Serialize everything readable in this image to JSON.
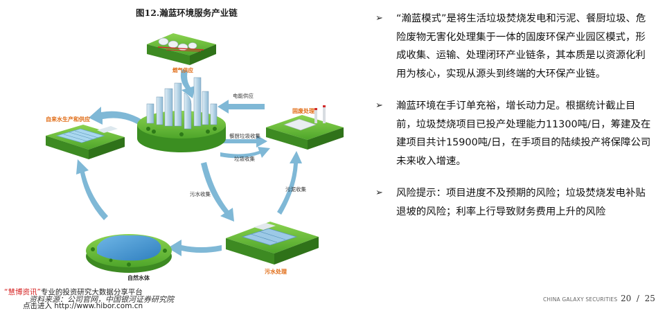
{
  "figure": {
    "title": "图12.瀚蓝环境服务产业链",
    "nodes": {
      "gas": "燃气供应",
      "water_supply": "自来水生产和供应",
      "solid_waste": "固废处理",
      "sewage": "污水处理",
      "natural_water": "自然水体"
    },
    "flows": {
      "power": "电能供应",
      "kitchen": "餐厨垃圾收集",
      "garbage": "垃圾收集",
      "sewage_collect": "污水收集",
      "sludge_collect": "污泥收集"
    },
    "source": "资料来源：公司官网，中国银河证券研究院"
  },
  "bullets": [
    "“瀚蓝模式”是将生活垃圾焚烧发电和污泥、餐厨垃圾、危险废物无害化处理集于一体的固废环保产业园区模式，形成收集、运输、处理闭环产业链条，其本质是以资源化利用为核心，实现从源头到终端的大环保产业链。",
    "瀚蓝环境在手订单充裕，增长动力足。根据统计截止目前，垃圾焚烧项目已投产处理能力11300吨/日，筹建及在建项目共计15900吨/日，在手项目的陆续投产将保障公司未来收入增速。",
    "风险提示：项目进度不及预期的风险；垃圾焚烧发电补贴退坡的风险；利率上行导致财务费用上升的风险"
  ],
  "bullet_mark": "➢",
  "watermark": {
    "brand": "“慧博资讯”",
    "tagline": "专业的投资研究大数据分享平台",
    "link": "点击进入 http://www.hibor.com.cn"
  },
  "footer": {
    "brand": "CHINA GALAXY SECURITIES",
    "page": "20",
    "sep": "/",
    "total": "25"
  },
  "colors": {
    "arrow": "#7fb8d6",
    "grass": "#5cb531",
    "label_orange": "#e06a12",
    "water": "#3f8fc9"
  }
}
